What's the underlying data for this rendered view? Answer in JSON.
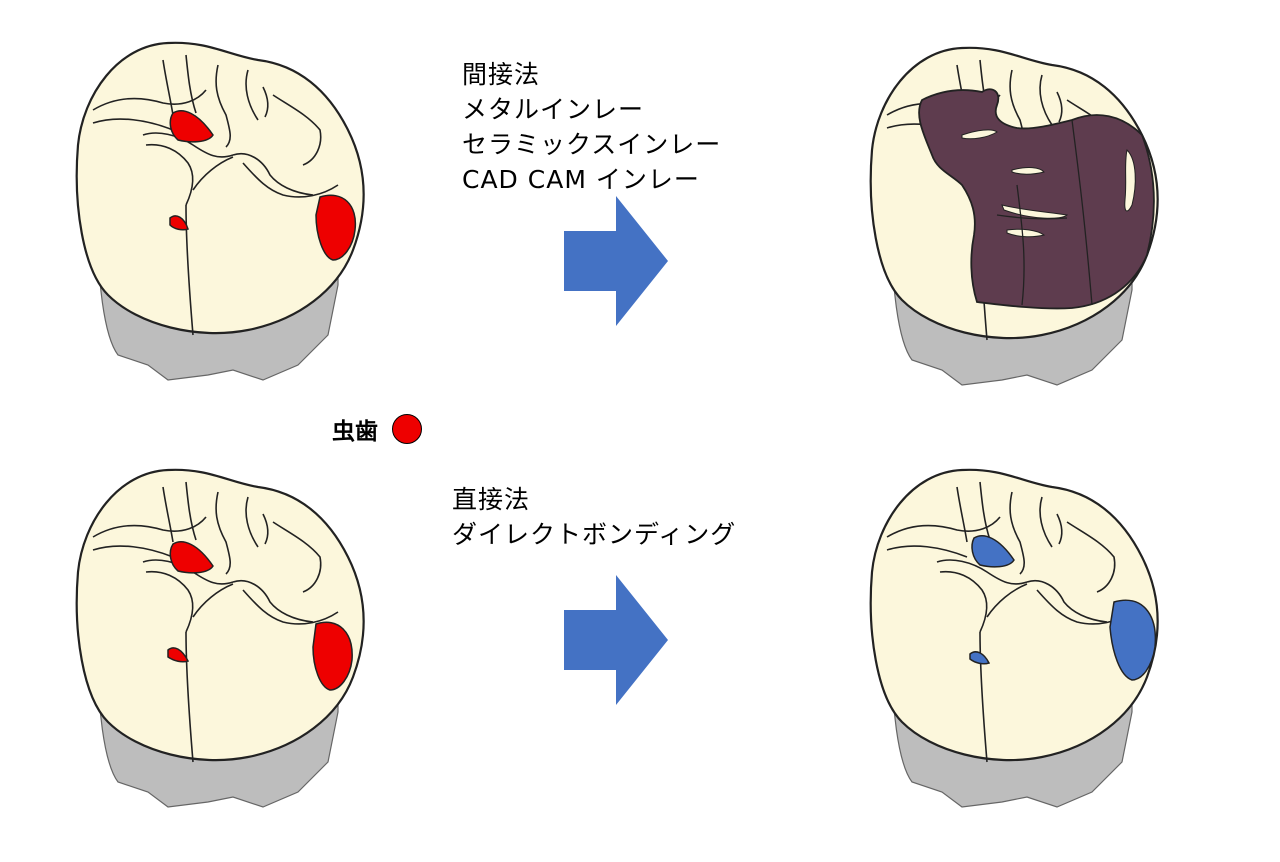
{
  "colors": {
    "enamel": "#fcf7dc",
    "root": "#bdbdbd",
    "caries": "#ee0000",
    "inlay": "#5e3c4e",
    "composite": "#4472c4",
    "arrow": "#4472c4"
  },
  "indirect": {
    "method": "間接法",
    "options": [
      "メタルインレー",
      "セラミックスインレー",
      "CAD CAM インレー"
    ]
  },
  "direct": {
    "method": "直接法",
    "options": [
      "ダイレクトボンディング"
    ]
  },
  "legend": {
    "label": "虫歯"
  }
}
